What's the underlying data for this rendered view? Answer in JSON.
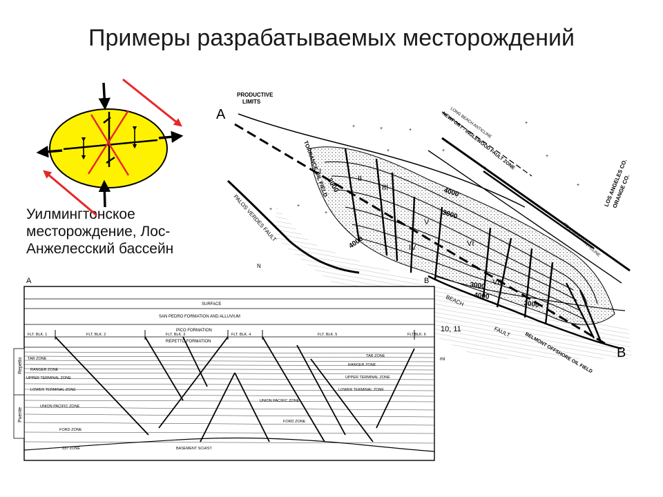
{
  "slide": {
    "title": "Примеры разрабатываемых месторождений",
    "caption_lines": [
      "Уилмингтонское",
      "месторождение, Лос-",
      "Анжелесский бассейн"
    ]
  },
  "map": {
    "section_labels": {
      "a": "A",
      "b": "B"
    },
    "productive_limits": [
      "PRODUCTIVE",
      "LIMITS"
    ],
    "torrance_field": "TORRANCE OIL FIELD",
    "newport_zone": "NEWPORT - INGLEWOOD FAULT ZONE",
    "long_beach_anticline": "LONG BEACH ANTICLINE",
    "county_line": [
      "LOS ANGELES CO.",
      "ORANGE CO."
    ],
    "palos_verdes_fault": "PALOS VERDES FAULT",
    "beach_fault": [
      "BEACH",
      "FAULT"
    ],
    "belmont_field": "BELMONT OFFSHORE OIL FIELD",
    "seal_beach_anticline": "SEAL BEACH ANTICLINE",
    "blocks": [
      "I",
      "II",
      "III",
      "IV",
      "V",
      "VI",
      "VII"
    ],
    "contours": [
      "3000",
      "4000",
      "3000",
      "4000",
      "3000",
      "4000",
      "3000"
    ],
    "extra_label": "10, 11",
    "north": "N",
    "scale_unit": "mi"
  },
  "section": {
    "label_a": "A",
    "label_b": "B",
    "surface": "SURFACE",
    "san_pedro": "SAN PEDRO FORMATION AND ALLUVIUM",
    "pico": "PICO FORMATION",
    "repetto": "REPETTO FORMATION",
    "fault_blocks": [
      "FLT. BLK. 1",
      "FLT. BLK. 2",
      "FLT. BLK. 3",
      "FLT. BLK. 4",
      "FLT. BLK. 5",
      "FLT.BLK. 6"
    ],
    "side_labels": [
      "Repetto",
      "Puente"
    ],
    "zones_left": [
      "TAR ZONE",
      "RANGER ZONE",
      "UPPER TERMINAL ZONE",
      "LOWER TERMINAL ZONE",
      "UNION PACIFIC ZONE",
      "FORD ZONE",
      "237 ZONE"
    ],
    "zones_right": [
      "TAR ZONE",
      "RANGER ZONE",
      "UPPER TERMINAL ZONE",
      "LOWER TERMINAL ZONE",
      "UNION PACIFIC ZONE",
      "FORD ZONE"
    ],
    "basement": "BASEMENT SCHIST"
  },
  "colors": {
    "ellipse_fill": "#fff200",
    "stress_arrow": "#e8262a",
    "line": "#000000"
  }
}
